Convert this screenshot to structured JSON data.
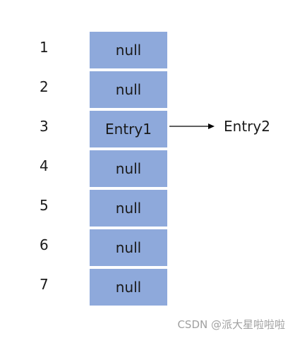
{
  "colors": {
    "bucket_fill": "#8EA9DB",
    "bucket_border": "#FFFFFF",
    "text": "#1A1A1A",
    "arrow": "#000000",
    "watermark": "#A0A0A0"
  },
  "table": {
    "rows": [
      {
        "index": "1",
        "value": "null"
      },
      {
        "index": "2",
        "value": "null"
      },
      {
        "index": "3",
        "value": "Entry1"
      },
      {
        "index": "4",
        "value": "null"
      },
      {
        "index": "5",
        "value": "null"
      },
      {
        "index": "6",
        "value": "null"
      },
      {
        "index": "7",
        "value": "null"
      }
    ]
  },
  "chain": {
    "from_row_index": "3",
    "node_label": "Entry2"
  },
  "watermark": "CSDN @派大星啦啦啦"
}
